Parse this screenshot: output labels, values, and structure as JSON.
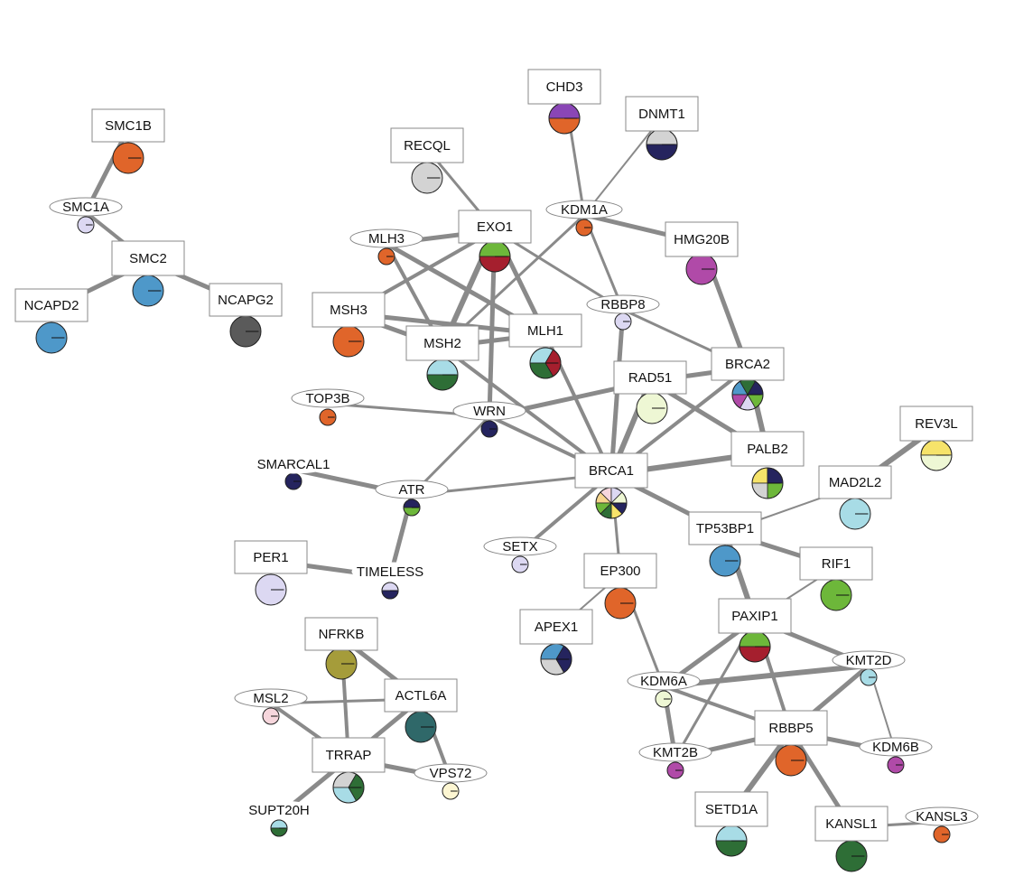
{
  "colors": {
    "edge": "#8a8a8a",
    "label_stroke": "#888888",
    "pie_stroke": "#222222",
    "orange": "#e0652a",
    "blue": "#4e98c9",
    "lavender": "#dcd8f2",
    "gray": "#d3d3d3",
    "darkgray": "#5a5a5a",
    "navy": "#25245e",
    "purple": "#8a46b6",
    "green": "#6db73a",
    "darkgreen": "#2e6e36",
    "red": "#a51f2e",
    "lightblue": "#a8dce6",
    "magenta": "#b04aa8",
    "lightgreen": "#eef7d4",
    "yellow": "#f6e36a",
    "lightyellow": "#fdf6d2",
    "olive": "#a59c3a",
    "teal": "#2f6869",
    "pink": "#f6d6dc",
    "peach": "#f7d58d"
  },
  "nodes": [
    {
      "id": "SMC1B",
      "label": "SMC1B",
      "shape": "box",
      "size": "large",
      "pie": [
        "orange"
      ]
    },
    {
      "id": "SMC1A",
      "label": "SMC1A",
      "shape": "ellipse",
      "size": "small",
      "pie": [
        "lavender"
      ]
    },
    {
      "id": "SMC2",
      "label": "SMC2",
      "shape": "box",
      "size": "large",
      "pie": [
        "blue"
      ]
    },
    {
      "id": "NCAPD2",
      "label": "NCAPD2",
      "shape": "box",
      "size": "large",
      "pie": [
        "blue"
      ]
    },
    {
      "id": "NCAPG2",
      "label": "NCAPG2",
      "shape": "box",
      "size": "large",
      "pie": [
        "darkgray"
      ]
    },
    {
      "id": "RECQL",
      "label": "RECQL",
      "shape": "box",
      "size": "large",
      "pie": [
        "gray"
      ]
    },
    {
      "id": "CHD3",
      "label": "CHD3",
      "shape": "box",
      "size": "large",
      "pie": [
        "purple",
        "orange"
      ]
    },
    {
      "id": "DNMT1",
      "label": "DNMT1",
      "shape": "box",
      "size": "large",
      "pie": [
        "gray",
        "navy"
      ]
    },
    {
      "id": "KDM1A",
      "label": "KDM1A",
      "shape": "ellipse",
      "size": "small",
      "pie": [
        "orange"
      ]
    },
    {
      "id": "HMG20B",
      "label": "HMG20B",
      "shape": "box",
      "size": "large",
      "pie": [
        "magenta"
      ]
    },
    {
      "id": "EXO1",
      "label": "EXO1",
      "shape": "box",
      "size": "large",
      "pie": [
        "green",
        "red"
      ]
    },
    {
      "id": "MLH3",
      "label": "MLH3",
      "shape": "ellipse",
      "size": "small",
      "pie": [
        "orange"
      ]
    },
    {
      "id": "MSH3",
      "label": "MSH3",
      "shape": "box",
      "size": "large",
      "pie": [
        "orange"
      ]
    },
    {
      "id": "MSH2",
      "label": "MSH2",
      "shape": "box",
      "size": "large",
      "pie": [
        "lightblue",
        "darkgreen"
      ]
    },
    {
      "id": "MLH1",
      "label": "MLH1",
      "shape": "box",
      "size": "large",
      "pie": [
        "lightblue",
        "red",
        "darkgreen"
      ]
    },
    {
      "id": "RBBP8",
      "label": "RBBP8",
      "shape": "ellipse",
      "size": "small",
      "pie": [
        "lavender"
      ]
    },
    {
      "id": "RAD51",
      "label": "RAD51",
      "shape": "box",
      "size": "large",
      "pie": [
        "lightgreen"
      ]
    },
    {
      "id": "BRCA2",
      "label": "BRCA2",
      "shape": "box",
      "size": "large",
      "pie": [
        "blue",
        "darkgreen",
        "navy",
        "green",
        "lavender",
        "magenta"
      ]
    },
    {
      "id": "TOP3B",
      "label": "TOP3B",
      "shape": "ellipse",
      "size": "small",
      "pie": [
        "orange"
      ]
    },
    {
      "id": "WRN",
      "label": "WRN",
      "shape": "ellipse",
      "size": "small",
      "pie": [
        "navy"
      ]
    },
    {
      "id": "SMARCAL1",
      "label": "SMARCAL1",
      "shape": "ellipse",
      "size": "small",
      "noBorder": true,
      "pie": [
        "navy"
      ]
    },
    {
      "id": "ATR",
      "label": "ATR",
      "shape": "ellipse",
      "size": "small",
      "pie": [
        "navy",
        "green"
      ]
    },
    {
      "id": "BRCA1",
      "label": "BRCA1",
      "shape": "box",
      "size": "large",
      "pie": [
        "peach",
        "pink",
        "lavender",
        "lightgreen",
        "navy",
        "yellow",
        "darkgreen",
        "green"
      ]
    },
    {
      "id": "PALB2",
      "label": "PALB2",
      "shape": "box",
      "size": "large",
      "pie": [
        "yellow",
        "navy",
        "green",
        "gray"
      ]
    },
    {
      "id": "REV3L",
      "label": "REV3L",
      "shape": "box",
      "size": "large",
      "pie": [
        "yellow",
        "lightgreen"
      ]
    },
    {
      "id": "MAD2L2",
      "label": "MAD2L2",
      "shape": "box",
      "size": "large",
      "pie": [
        "lightblue"
      ]
    },
    {
      "id": "TP53BP1",
      "label": "TP53BP1",
      "shape": "box",
      "size": "large",
      "pie": [
        "blue"
      ]
    },
    {
      "id": "RIF1",
      "label": "RIF1",
      "shape": "box",
      "size": "large",
      "pie": [
        "green"
      ]
    },
    {
      "id": "PER1",
      "label": "PER1",
      "shape": "box",
      "size": "large",
      "pie": [
        "lavender"
      ]
    },
    {
      "id": "TIMELESS",
      "label": "TIMELESS",
      "shape": "ellipse",
      "size": "small",
      "noBorder": true,
      "pie": [
        "lavender",
        "navy"
      ]
    },
    {
      "id": "SETX",
      "label": "SETX",
      "shape": "ellipse",
      "size": "small",
      "pie": [
        "lavender"
      ]
    },
    {
      "id": "EP300",
      "label": "EP300",
      "shape": "box",
      "size": "large",
      "pie": [
        "orange"
      ]
    },
    {
      "id": "APEX1",
      "label": "APEX1",
      "shape": "box",
      "size": "large",
      "pie": [
        "blue",
        "navy",
        "gray"
      ]
    },
    {
      "id": "PAXIP1",
      "label": "PAXIP1",
      "shape": "box",
      "size": "large",
      "pie": [
        "green",
        "red"
      ]
    },
    {
      "id": "KMT2D",
      "label": "KMT2D",
      "shape": "ellipse",
      "size": "small",
      "pie": [
        "lightblue"
      ]
    },
    {
      "id": "KDM6A",
      "label": "KDM6A",
      "shape": "ellipse",
      "size": "small",
      "pie": [
        "lightgreen"
      ]
    },
    {
      "id": "RBBP5",
      "label": "RBBP5",
      "shape": "box",
      "size": "large",
      "pie": [
        "orange"
      ]
    },
    {
      "id": "KMT2B",
      "label": "KMT2B",
      "shape": "ellipse",
      "size": "small",
      "pie": [
        "magenta"
      ]
    },
    {
      "id": "KDM6B",
      "label": "KDM6B",
      "shape": "ellipse",
      "size": "small",
      "pie": [
        "magenta"
      ]
    },
    {
      "id": "SETD1A",
      "label": "SETD1A",
      "shape": "box",
      "size": "large",
      "pie": [
        "lightblue",
        "darkgreen"
      ]
    },
    {
      "id": "KANSL1",
      "label": "KANSL1",
      "shape": "box",
      "size": "large",
      "pie": [
        "darkgreen"
      ]
    },
    {
      "id": "KANSL3",
      "label": "KANSL3",
      "shape": "ellipse",
      "size": "small",
      "pie": [
        "orange"
      ]
    },
    {
      "id": "NFRKB",
      "label": "NFRKB",
      "shape": "box",
      "size": "large",
      "pie": [
        "olive"
      ]
    },
    {
      "id": "ACTL6A",
      "label": "ACTL6A",
      "shape": "box",
      "size": "large",
      "pie": [
        "teal"
      ]
    },
    {
      "id": "MSL2",
      "label": "MSL2",
      "shape": "ellipse",
      "size": "small",
      "pie": [
        "pink"
      ]
    },
    {
      "id": "TRRAP",
      "label": "TRRAP",
      "shape": "box",
      "size": "large",
      "pie": [
        "gray",
        "darkgreen",
        "lightblue"
      ]
    },
    {
      "id": "VPS72",
      "label": "VPS72",
      "shape": "ellipse",
      "size": "small",
      "pie": [
        "lightyellow"
      ]
    },
    {
      "id": "SUPT20H",
      "label": "SUPT20H",
      "shape": "ellipse",
      "size": "small",
      "noBorder": true,
      "pie": [
        "lightblue",
        "darkgreen"
      ]
    }
  ],
  "edges": [
    {
      "s": "SMC1B",
      "t": "SMC1A",
      "w": 5
    },
    {
      "s": "SMC1A",
      "t": "SMC2",
      "w": 4
    },
    {
      "s": "SMC2",
      "t": "NCAPD2",
      "w": 5
    },
    {
      "s": "SMC2",
      "t": "NCAPG2",
      "w": 5
    },
    {
      "s": "RECQL",
      "t": "EXO1",
      "w": 3
    },
    {
      "s": "CHD3",
      "t": "KDM1A",
      "w": 3
    },
    {
      "s": "DNMT1",
      "t": "KDM1A",
      "w": 2
    },
    {
      "s": "KDM1A",
      "t": "HMG20B",
      "w": 5
    },
    {
      "s": "KDM1A",
      "t": "RBBP8",
      "w": 3
    },
    {
      "s": "KDM1A",
      "t": "MSH2",
      "w": 3
    },
    {
      "s": "EXO1",
      "t": "MLH3",
      "w": 5
    },
    {
      "s": "EXO1",
      "t": "MSH3",
      "w": 4
    },
    {
      "s": "EXO1",
      "t": "MSH2",
      "w": 6
    },
    {
      "s": "EXO1",
      "t": "MLH1",
      "w": 5
    },
    {
      "s": "EXO1",
      "t": "WRN",
      "w": 5
    },
    {
      "s": "EXO1",
      "t": "RBBP8",
      "w": 3
    },
    {
      "s": "MLH3",
      "t": "MLH1",
      "w": 5
    },
    {
      "s": "MLH3",
      "t": "MSH2",
      "w": 4
    },
    {
      "s": "MSH3",
      "t": "MSH2",
      "w": 5
    },
    {
      "s": "MSH3",
      "t": "MLH1",
      "w": 5
    },
    {
      "s": "MSH2",
      "t": "MLH1",
      "w": 5
    },
    {
      "s": "MSH2",
      "t": "BRCA1",
      "w": 4
    },
    {
      "s": "MLH1",
      "t": "BRCA1",
      "w": 4
    },
    {
      "s": "RBBP8",
      "t": "BRCA1",
      "w": 5
    },
    {
      "s": "RBBP8",
      "t": "BRCA2",
      "w": 3
    },
    {
      "s": "HMG20B",
      "t": "BRCA2",
      "w": 5
    },
    {
      "s": "RAD51",
      "t": "BRCA1",
      "w": 6
    },
    {
      "s": "RAD51",
      "t": "BRCA2",
      "w": 5
    },
    {
      "s": "RAD51",
      "t": "PALB2",
      "w": 5
    },
    {
      "s": "RAD51",
      "t": "WRN",
      "w": 5
    },
    {
      "s": "BRCA2",
      "t": "PALB2",
      "w": 6
    },
    {
      "s": "BRCA2",
      "t": "BRCA1",
      "w": 4
    },
    {
      "s": "TOP3B",
      "t": "WRN",
      "w": 3
    },
    {
      "s": "WRN",
      "t": "BRCA1",
      "w": 4
    },
    {
      "s": "WRN",
      "t": "ATR",
      "w": 3
    },
    {
      "s": "SMARCAL1",
      "t": "ATR",
      "w": 5
    },
    {
      "s": "ATR",
      "t": "BRCA1",
      "w": 3
    },
    {
      "s": "ATR",
      "t": "TIMELESS",
      "w": 5
    },
    {
      "s": "PER1",
      "t": "TIMELESS",
      "w": 5
    },
    {
      "s": "BRCA1",
      "t": "PALB2",
      "w": 6
    },
    {
      "s": "BRCA1",
      "t": "TP53BP1",
      "w": 5
    },
    {
      "s": "BRCA1",
      "t": "SETX",
      "w": 4
    },
    {
      "s": "BRCA1",
      "t": "EP300",
      "w": 3
    },
    {
      "s": "REV3L",
      "t": "MAD2L2",
      "w": 6
    },
    {
      "s": "MAD2L2",
      "t": "TP53BP1",
      "w": 2
    },
    {
      "s": "TP53BP1",
      "t": "RIF1",
      "w": 5
    },
    {
      "s": "TP53BP1",
      "t": "PAXIP1",
      "w": 6
    },
    {
      "s": "RIF1",
      "t": "PAXIP1",
      "w": 2
    },
    {
      "s": "EP300",
      "t": "APEX1",
      "w": 2
    },
    {
      "s": "EP300",
      "t": "KDM6A",
      "w": 3
    },
    {
      "s": "PAXIP1",
      "t": "KDM6A",
      "w": 5
    },
    {
      "s": "PAXIP1",
      "t": "KMT2D",
      "w": 5
    },
    {
      "s": "PAXIP1",
      "t": "RBBP5",
      "w": 4
    },
    {
      "s": "PAXIP1",
      "t": "KMT2B",
      "w": 3
    },
    {
      "s": "KDM6A",
      "t": "KMT2D",
      "w": 6
    },
    {
      "s": "KDM6A",
      "t": "RBBP5",
      "w": 4
    },
    {
      "s": "KDM6A",
      "t": "KMT2B",
      "w": 5
    },
    {
      "s": "KMT2D",
      "t": "RBBP5",
      "w": 5
    },
    {
      "s": "KMT2D",
      "t": "KDM6B",
      "w": 2
    },
    {
      "s": "KMT2B",
      "t": "RBBP5",
      "w": 5
    },
    {
      "s": "RBBP5",
      "t": "KDM6B",
      "w": 5
    },
    {
      "s": "RBBP5",
      "t": "SETD1A",
      "w": 6
    },
    {
      "s": "RBBP5",
      "t": "KANSL1",
      "w": 5
    },
    {
      "s": "KANSL1",
      "t": "KANSL3",
      "w": 3
    },
    {
      "s": "NFRKB",
      "t": "TRRAP",
      "w": 4
    },
    {
      "s": "NFRKB",
      "t": "ACTL6A",
      "w": 5
    },
    {
      "s": "ACTL6A",
      "t": "MSL2",
      "w": 3
    },
    {
      "s": "ACTL6A",
      "t": "TRRAP",
      "w": 5
    },
    {
      "s": "ACTL6A",
      "t": "VPS72",
      "w": 4
    },
    {
      "s": "MSL2",
      "t": "TRRAP",
      "w": 4
    },
    {
      "s": "TRRAP",
      "t": "VPS72",
      "w": 5
    },
    {
      "s": "TRRAP",
      "t": "SUPT20H",
      "w": 5
    }
  ]
}
